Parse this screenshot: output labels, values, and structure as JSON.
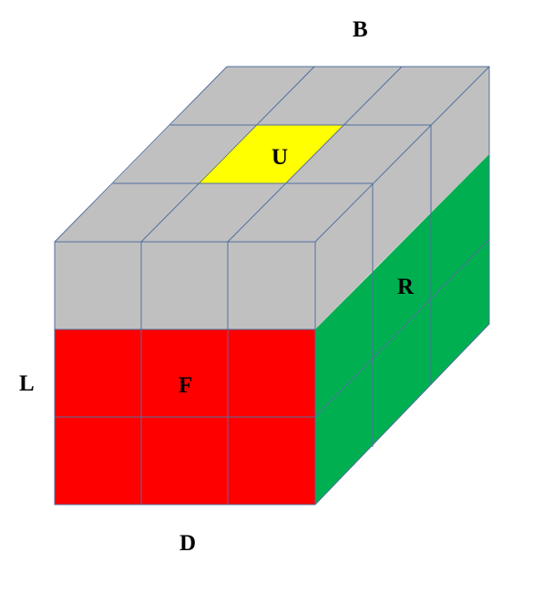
{
  "labels": {
    "back": "B",
    "up": "U",
    "right": "R",
    "left": "L",
    "front": "F",
    "down": "D"
  },
  "colors": {
    "up_face": "#c0c0c0",
    "up_center": "#ffff00",
    "front_top_row": "#c0c0c0",
    "front_lower": "#ff0000",
    "right_face": "#00b050",
    "grid_line": "#4f6f9f"
  },
  "cube": {
    "columns": 3,
    "rows": 3,
    "depth": 3
  }
}
